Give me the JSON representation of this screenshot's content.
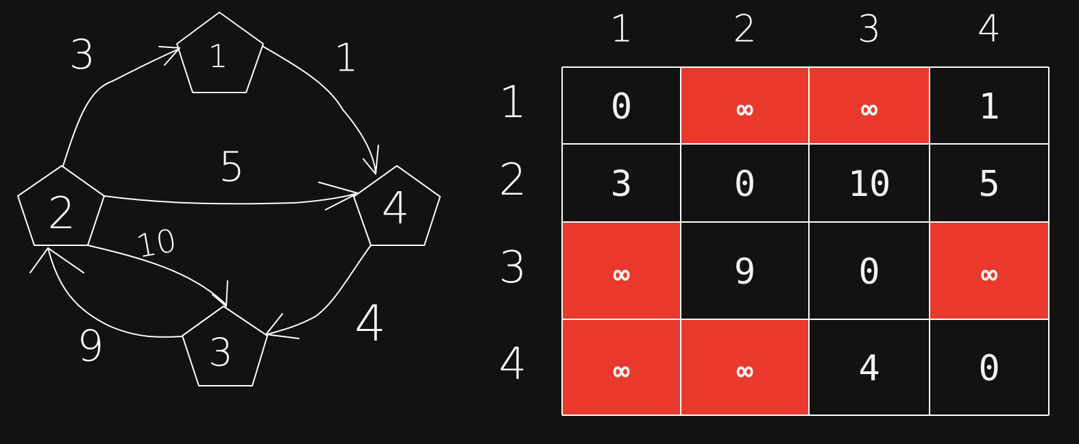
{
  "graph": {
    "nodes": [
      {
        "id": "1",
        "label": "1"
      },
      {
        "id": "2",
        "label": "2"
      },
      {
        "id": "3",
        "label": "3"
      },
      {
        "id": "4",
        "label": "4"
      }
    ],
    "edges": [
      {
        "from": "2",
        "to": "1",
        "weight": "3"
      },
      {
        "from": "1",
        "to": "4",
        "weight": "1"
      },
      {
        "from": "2",
        "to": "4",
        "weight": "5"
      },
      {
        "from": "2",
        "to": "3",
        "weight": "10"
      },
      {
        "from": "3",
        "to": "2",
        "weight": "9"
      },
      {
        "from": "4",
        "to": "3",
        "weight": "4"
      }
    ]
  },
  "matrix": {
    "col_headers": [
      "1",
      "2",
      "3",
      "4"
    ],
    "row_headers": [
      "1",
      "2",
      "3",
      "4"
    ],
    "rows": [
      [
        "0",
        "∞",
        "∞",
        "1"
      ],
      [
        "3",
        "0",
        "10",
        "5"
      ],
      [
        "∞",
        "9",
        "0",
        "∞"
      ],
      [
        "∞",
        "∞",
        "4",
        "0"
      ]
    ],
    "highlight_color": "#e8392c",
    "background_color": "#121212",
    "line_color": "#ffffff"
  }
}
